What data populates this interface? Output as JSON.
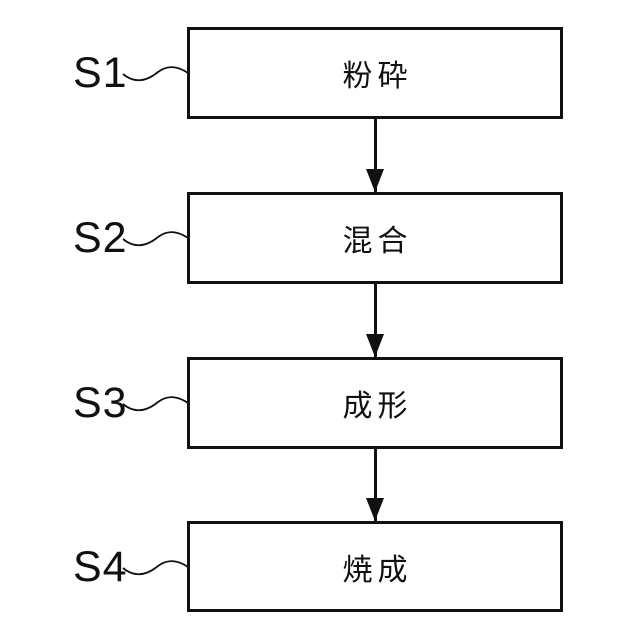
{
  "diagram": {
    "type": "flowchart",
    "direction": "top-down",
    "steps": [
      {
        "id": "S1",
        "label": "粉砕"
      },
      {
        "id": "S2",
        "label": "混合"
      },
      {
        "id": "S3",
        "label": "成形"
      },
      {
        "id": "S4",
        "label": "焼成"
      }
    ],
    "connections": [
      {
        "from": "S1",
        "to": "S2",
        "style": "arrow-down"
      },
      {
        "from": "S2",
        "to": "S3",
        "style": "arrow-down"
      },
      {
        "from": "S3",
        "to": "S4",
        "style": "arrow-down"
      }
    ]
  },
  "colors": {
    "ink": "#111111",
    "background": "#ffffff"
  }
}
